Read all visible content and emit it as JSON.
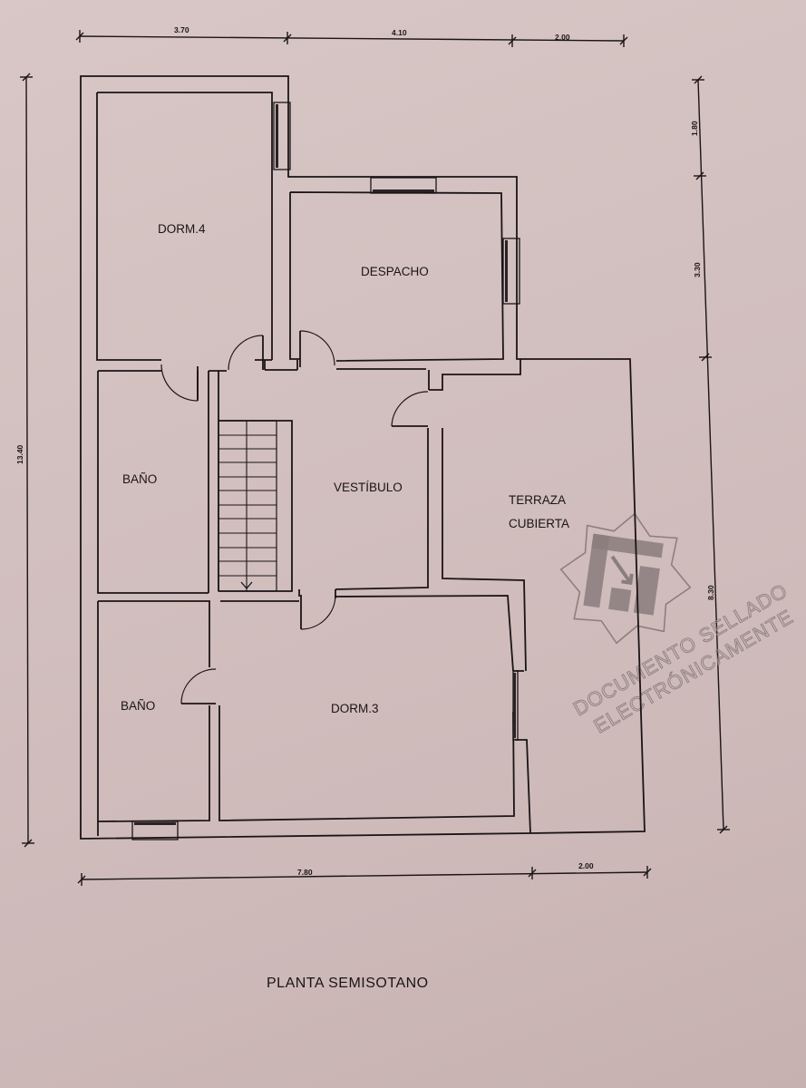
{
  "document": {
    "type": "architectural-floor-plan",
    "title": "PLANTA SEMISOTANO",
    "background_color": "#d3c1c0",
    "ink_color": "#1b1416",
    "seal_color": "#8d7f80"
  },
  "rooms": [
    {
      "id": "dorm4",
      "label": "DORM.4"
    },
    {
      "id": "despacho",
      "label": "DESPACHO"
    },
    {
      "id": "bano1",
      "label": "BAÑO"
    },
    {
      "id": "vestibulo",
      "label": "VESTÍBULO"
    },
    {
      "id": "terraza",
      "label_line1": "TERRAZA",
      "label_line2": "CUBIERTA"
    },
    {
      "id": "bano2",
      "label": "BAÑO"
    },
    {
      "id": "dorm3",
      "label": "DORM.3"
    }
  ],
  "dimensions": {
    "top": [
      "3.70",
      "4.10",
      "2.00"
    ],
    "bottom": [
      "7.80",
      "2.00"
    ],
    "left": [
      "13.40"
    ],
    "right": [
      "1.80",
      "3.30",
      "8.30"
    ]
  },
  "stairs": {
    "steps": 14,
    "direction": "down"
  },
  "seal": {
    "line1": "DOCUMENTO SELLADO",
    "line2": "ELECTRÓNICAMENTE",
    "icon": "electronic-seal-star-icon"
  }
}
